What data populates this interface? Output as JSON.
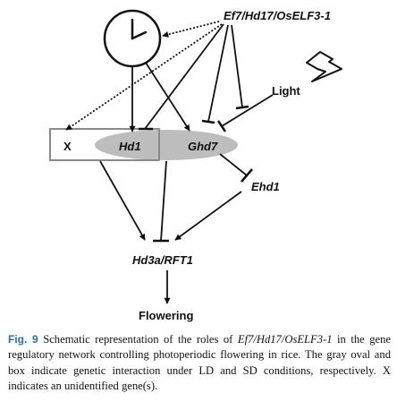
{
  "diagram": {
    "nodes": {
      "regulator": "Ef7/Hd17/OsELF3-1",
      "light": "Light",
      "x": "X",
      "hd1": "Hd1",
      "ghd7": "Ghd7",
      "ehd1": "Ehd1",
      "hd3a": "Hd3a/RFT1",
      "flowering": "Flowering"
    },
    "icons": [
      "clock-icon",
      "lightning-bolt-icon"
    ],
    "colors": {
      "oval": "#bdbdbd",
      "box": "#8a8a8a",
      "caption_label": "#2f6c9e"
    }
  },
  "caption": {
    "label": "Fig. 9",
    "parts": [
      {
        "t": " Schematic representation of the roles of "
      },
      {
        "t": "Ef7/Hd17/OsELF3-1",
        "i": true
      },
      {
        "t": " in the gene regulatory network controlling photoperiodic flowering in rice. The gray oval and box indicate genetic interaction under LD and SD conditions, respectively. X indicates an unidentified gene(s)."
      }
    ]
  }
}
